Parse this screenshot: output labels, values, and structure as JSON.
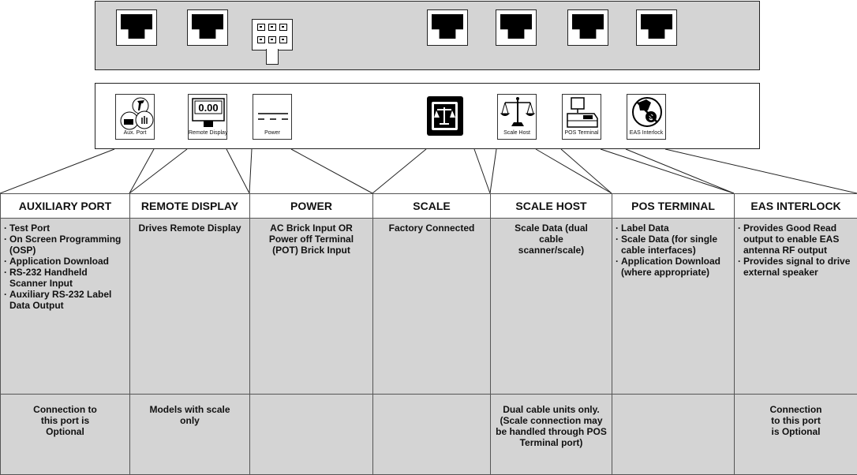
{
  "icons": [
    {
      "id": "aux",
      "caption": "Aux. Port"
    },
    {
      "id": "remote",
      "caption": "Remote Display",
      "readout": "0.00"
    },
    {
      "id": "power",
      "caption": "Power"
    },
    {
      "id": "scale",
      "caption": ""
    },
    {
      "id": "scalehost",
      "caption": "Scale Host"
    },
    {
      "id": "pos",
      "caption": "POS Terminal"
    },
    {
      "id": "eas",
      "caption": "EAS Interlock"
    }
  ],
  "columns": [
    {
      "header": "AUXILIARY PORT",
      "bullets": [
        "Test Port",
        "On Screen Programming (OSP)",
        "Application Download",
        "RS-232 Handheld Scanner Input",
        "Auxiliary RS-232 Label Data Output"
      ],
      "note": "Connection to this port is Optional"
    },
    {
      "header": "REMOTE DISPLAY",
      "text": "Drives Remote Display",
      "note": "Models with scale only"
    },
    {
      "header": "POWER",
      "text": "AC Brick Input OR Power off Terminal (POT) Brick Input",
      "note": ""
    },
    {
      "header": "SCALE",
      "text": "Factory Connected",
      "note": ""
    },
    {
      "header": "SCALE HOST",
      "text": "Scale Data (dual cable scanner/scale)",
      "note": "Dual cable units only. (Scale connection may be handled through POS Terminal port)"
    },
    {
      "header": "POS TERMINAL",
      "bullets": [
        "Label Data",
        "Scale Data (for single cable interfaces)",
        "Application Download (where appropriate)"
      ],
      "note": ""
    },
    {
      "header": "EAS INTERLOCK",
      "bullets": [
        "Provides Good Read output to enable EAS antenna RF output",
        "Provides signal to drive external speaker"
      ],
      "note": "Connection to this port is Optional"
    }
  ]
}
